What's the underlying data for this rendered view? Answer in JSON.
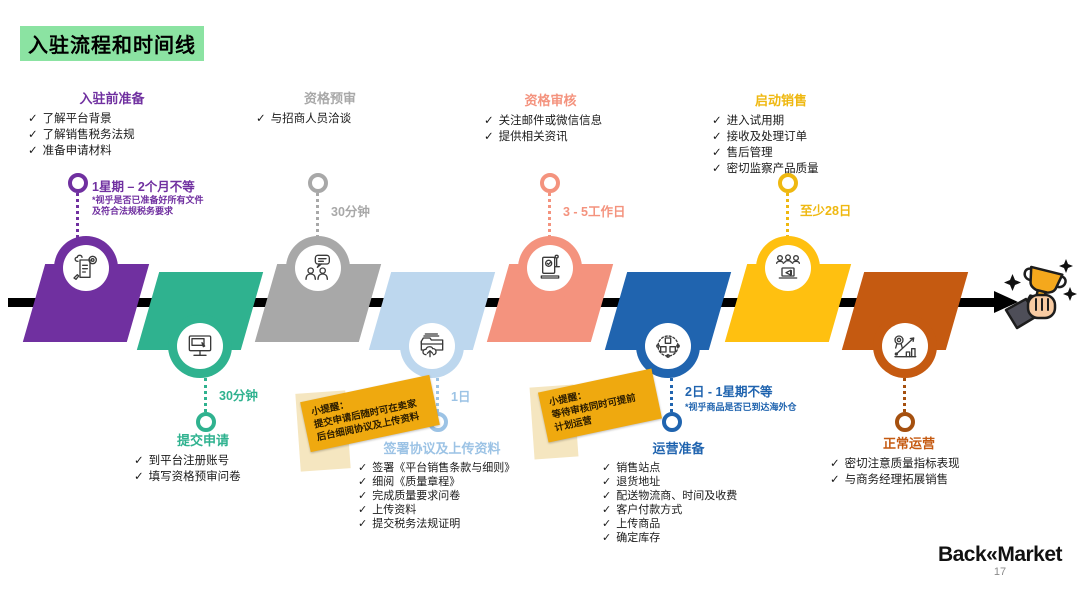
{
  "slide": {
    "title": "入驻流程和时间线",
    "title_highlight_color": "#8BE3A2",
    "logo_text": "Back«Market",
    "page_number": "17",
    "timeline_color": "#000000"
  },
  "glyphs": {
    "check": "✓"
  },
  "steps": [
    {
      "title": "入驻前准备",
      "color": "#7030A0",
      "duration": "1星期 – 2个月不等",
      "duration_notes": [
        "*视乎是否已准备好所有文件",
        "及符合法规税务要求"
      ],
      "items": [
        "了解平台背景",
        "了解销售税务法规",
        "准备申请材料"
      ],
      "icon": "document-gear-cloud-icon"
    },
    {
      "title": "提交申请",
      "color": "#2FB28F",
      "duration": "30分钟",
      "items": [
        "到平台注册账号",
        "填写资格预审问卷"
      ],
      "icon": "monitor-register-icon"
    },
    {
      "title": "资格预审",
      "color": "#A8A8A8",
      "duration": "30分钟",
      "items": [
        "与招商人员洽谈"
      ],
      "icon": "chat-people-icon"
    },
    {
      "title": "签署协议及上传资料",
      "color": "#9CC3E5",
      "segment_color": "#BDD7EE",
      "duration": "1日",
      "items": [
        "签署《平台销售条款与细则》",
        "细阅《质量章程》",
        "完成质量要求问卷",
        "上传资料",
        "提交税务法规证明"
      ],
      "icon": "folder-upload-icon"
    },
    {
      "title": "资格审核",
      "color": "#F4937E",
      "duration": "3 - 5工作日",
      "items": [
        "关注邮件或微信信息",
        "提供相关资讯"
      ],
      "icon": "document-stamp-icon"
    },
    {
      "title": "运营准备",
      "color": "#2064AF",
      "duration": "2日 - 1星期不等",
      "duration_notes": [
        "*视乎商品是否已到达海外仓"
      ],
      "items": [
        "销售站点",
        "退货地址",
        "配送物流商、时间及收费",
        "客户付款方式",
        "上传商品",
        "确定库存"
      ],
      "icon": "cubes-network-icon"
    },
    {
      "title": "启动销售",
      "color": "#FFC010",
      "duration": "至少28日",
      "items": [
        "进入试用期",
        "接收及处理订单",
        "售后管理",
        "密切监察产品质量"
      ],
      "icon": "team-megaphone-icon"
    },
    {
      "title": "正常运营",
      "color": "#C55A11",
      "duration": "",
      "items": [
        "密切注意质量指标表现",
        "与商务经理拓展销售"
      ],
      "icon": "medal-growth-icon"
    }
  ],
  "sticky_notes": [
    {
      "lines": [
        "小提醒：",
        "提交申请后随时可在卖家",
        "后台细阅协议及上传资料"
      ],
      "color": "#EFA90F"
    },
    {
      "lines": [
        "小提醒：",
        "等待审核同时可提前",
        "计划运营"
      ],
      "color": "#EFA90F"
    }
  ]
}
